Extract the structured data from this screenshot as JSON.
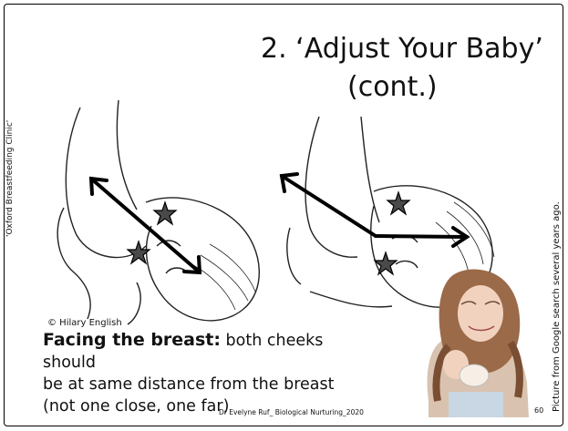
{
  "slide": {
    "title_line1": "2. ‘Adjust Your Baby’",
    "title_line2": "(cont.)",
    "credit_left": "'Oxford Breastfeeding Clinic'",
    "credit_right": "Picture from Google search several years ago.",
    "image_credit": "© Hilary English",
    "caption_bold": "Facing the breast:",
    "caption_line1_rest": " both cheeks should",
    "caption_line2": "be at same distance from the breast",
    "caption_line3": "(not one close, one far)",
    "footer": "Dr Evelyne Ruf_ Biological Nurturing_2020",
    "page_number": "60"
  },
  "colors": {
    "line": "#000000",
    "star_fill": "#4a4a4a",
    "skin": "#f1d2bf",
    "hair": "#8a5a3c"
  }
}
